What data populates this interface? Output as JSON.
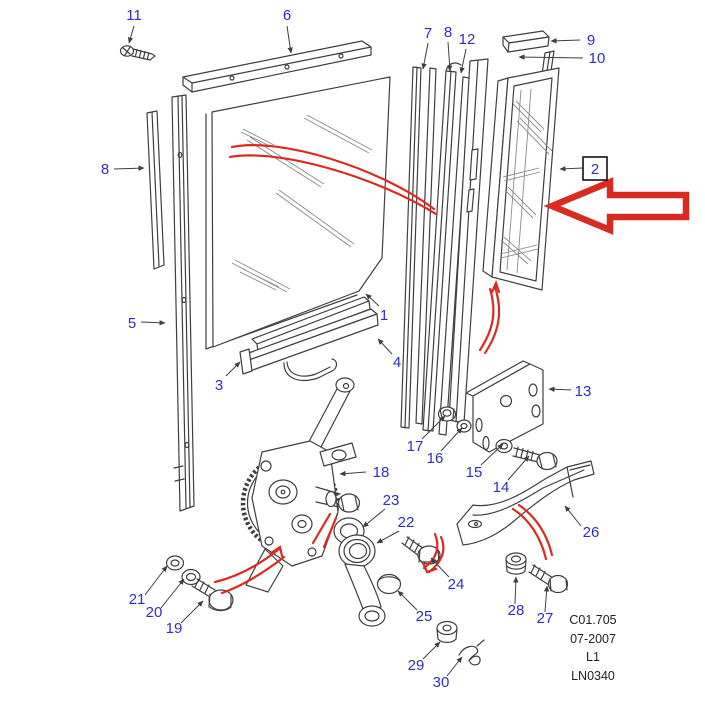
{
  "colors": {
    "background": "#ffffff",
    "line": "#3f3f3f",
    "callout_label": "#2e2ec8",
    "accent_red": "#d92b21"
  },
  "icons": {
    "pointer_arrow": "thick-left-arrow-outline"
  },
  "callouts": [
    {
      "text": "11"
    },
    {
      "text": "6"
    },
    {
      "text": "7"
    },
    {
      "text": "8"
    },
    {
      "text": "12"
    },
    {
      "text": "9"
    },
    {
      "text": "10"
    },
    {
      "text": "8"
    },
    {
      "text": "5"
    },
    {
      "text": "1"
    },
    {
      "text": "4"
    },
    {
      "text": "3"
    },
    {
      "text": "2"
    },
    {
      "text": "13"
    },
    {
      "text": "17"
    },
    {
      "text": "16"
    },
    {
      "text": "15"
    },
    {
      "text": "14"
    },
    {
      "text": "18"
    },
    {
      "text": "23"
    },
    {
      "text": "22"
    },
    {
      "text": "24"
    },
    {
      "text": "25"
    },
    {
      "text": "29"
    },
    {
      "text": "30"
    },
    {
      "text": "21"
    },
    {
      "text": "20"
    },
    {
      "text": "19"
    },
    {
      "text": "26"
    },
    {
      "text": "28"
    },
    {
      "text": "27"
    }
  ],
  "ref_block": {
    "lines": [
      "C01.705",
      "07-2007",
      "L1",
      "LN0340"
    ]
  }
}
